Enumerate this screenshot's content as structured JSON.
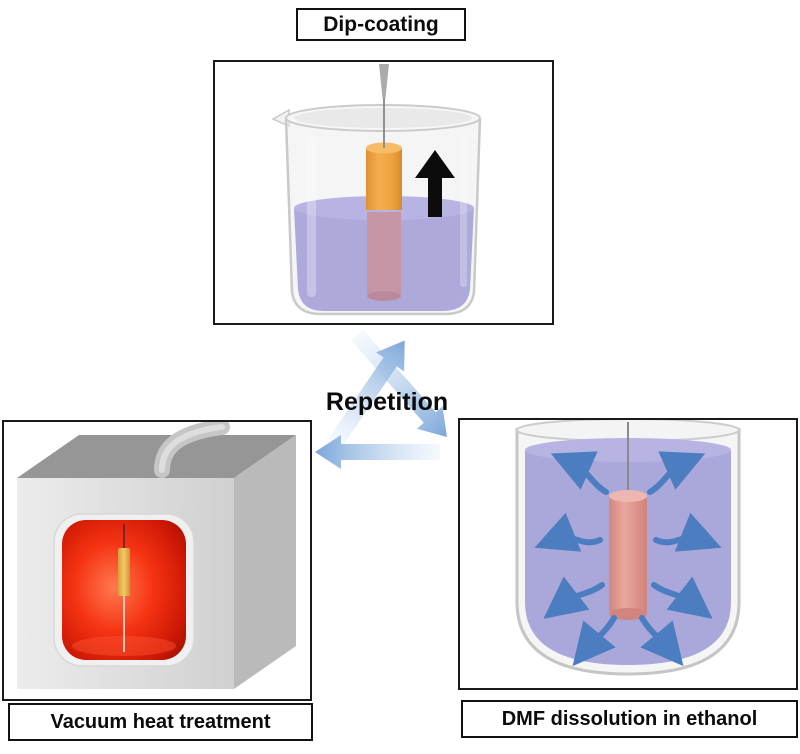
{
  "captions": {
    "dip_coating": "Dip-coating",
    "vacuum_heat": "Vacuum heat treatment",
    "dmf_dissolution": "DMF dissolution in ethanol"
  },
  "center": {
    "repetition": "Repetition"
  },
  "colors": {
    "solution_purple": "#a5a2d8",
    "solution_surface": "#b7b4e3",
    "coating_orange": "#f0a544",
    "rod_pink": "#e2a09a",
    "submerged_rod_pink": "#c795a5",
    "furnace_glow_red": "#f02c0c",
    "dissolution_arrow_blue": "#4b7dc0",
    "cycle_arrow_blue": "#7ba6da",
    "pull_arrow_black": "#0c0c0c",
    "caption_border_black": "#111111"
  }
}
